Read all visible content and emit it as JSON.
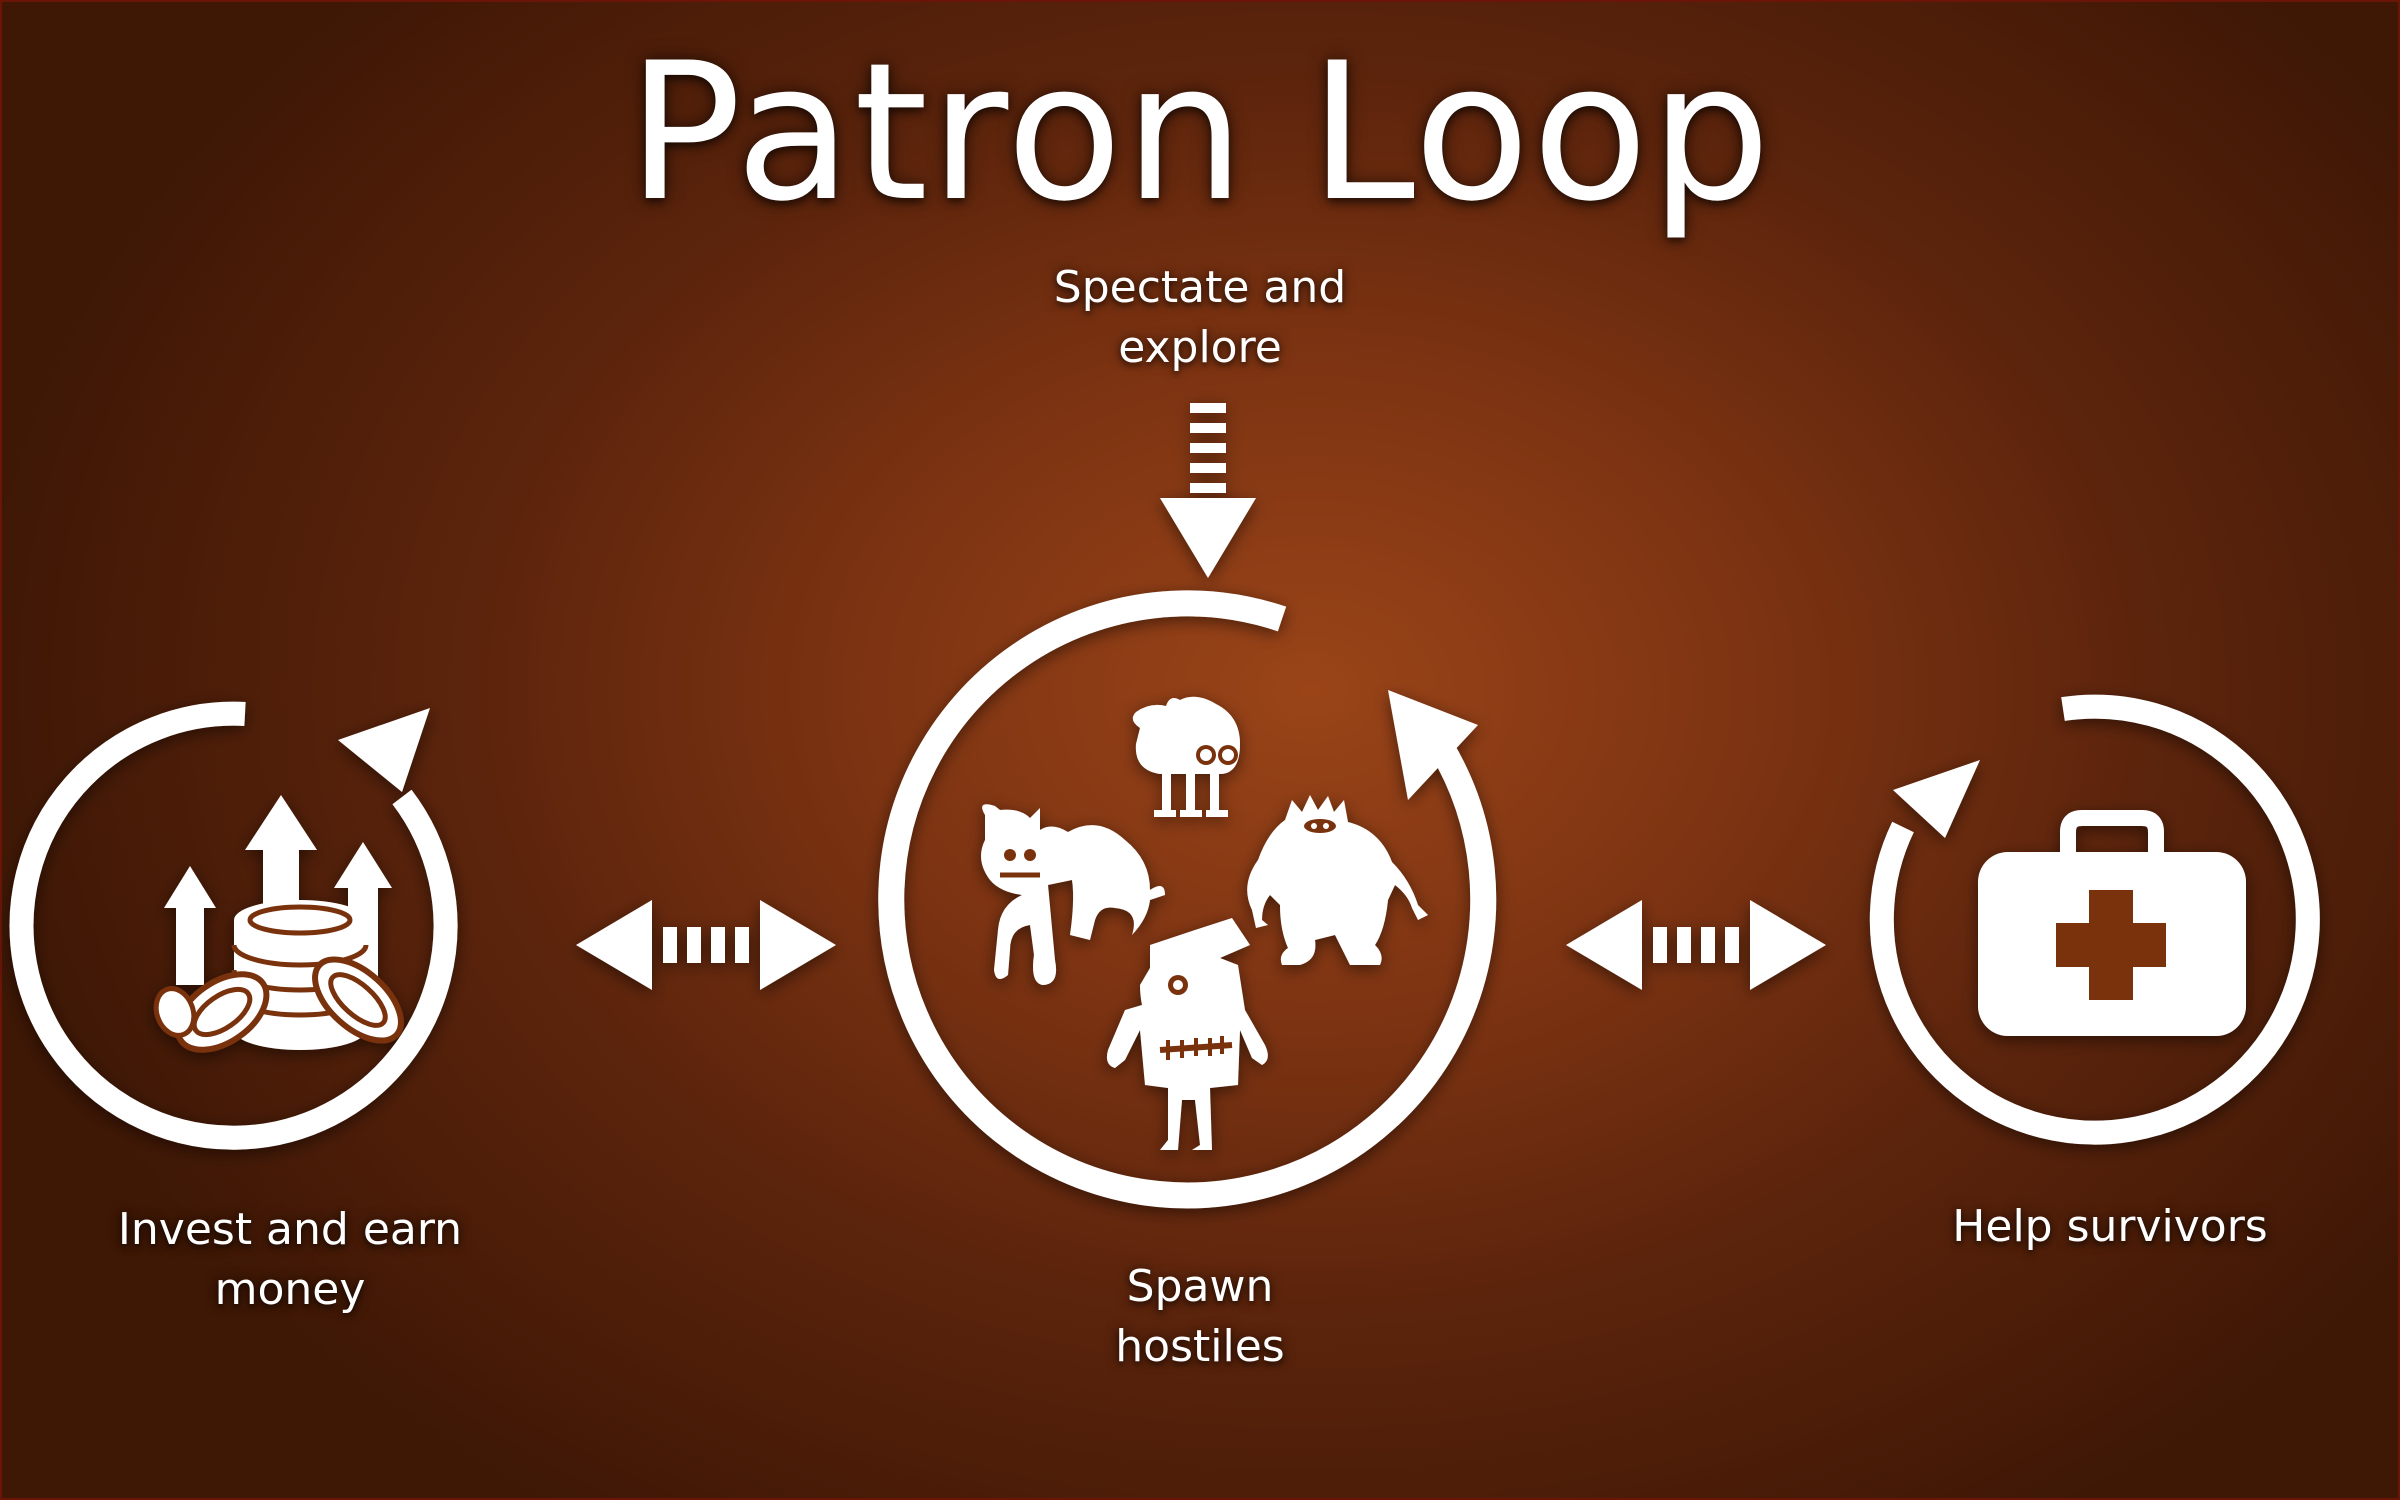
{
  "title": "Patron Loop",
  "nodes": {
    "top": {
      "label_lines": [
        "Spectate and",
        "explore"
      ]
    },
    "left": {
      "label_lines": [
        "Invest and earn",
        "money"
      ],
      "icon": "coins-rising-icon"
    },
    "center": {
      "label_lines": [
        "Spawn",
        "hostiles"
      ],
      "icon": "monsters-icon"
    },
    "right": {
      "label_lines": [
        "Help survivors"
      ],
      "icon": "first-aid-kit-icon"
    }
  },
  "colors": {
    "background_center": "#9a4418",
    "background_edge": "#3e1705",
    "foreground": "#ffffff"
  }
}
